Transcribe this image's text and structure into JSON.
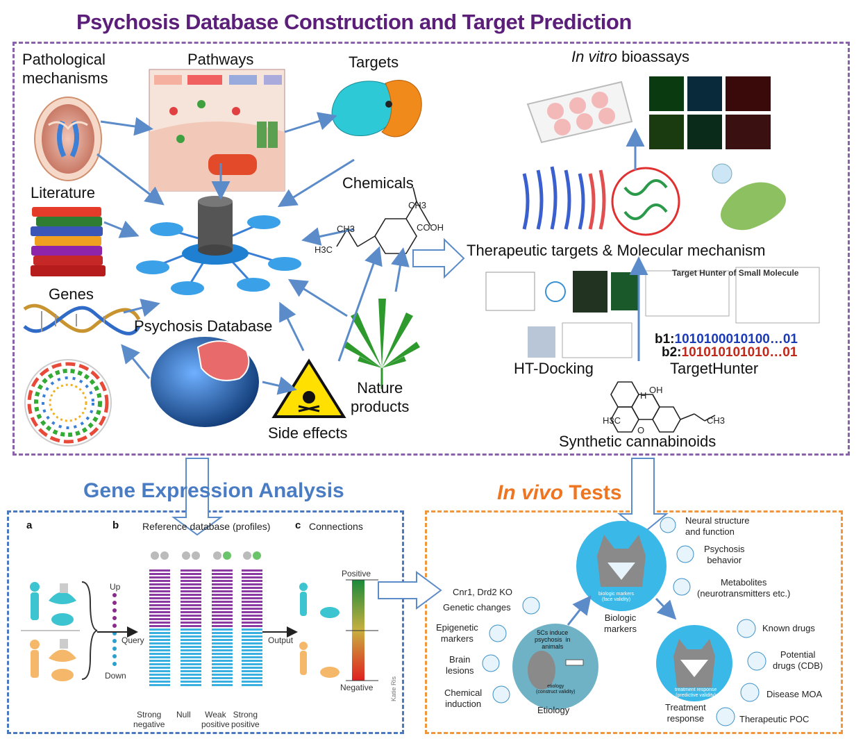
{
  "title": "Psychosis Database Construction and Target Prediction",
  "database": {
    "pathological_mechanisms": "Pathological\nmechanisms",
    "pathways": "Pathways",
    "targets": "Targets",
    "chemicals": "Chemicals",
    "literature": "Literature",
    "genes": "Genes",
    "psychosis_database": "Psychosis  Database",
    "side_effects": "Side effects",
    "nature_products": "Nature\nproducts",
    "in_vitro_italic": "In vitro",
    "in_vitro_rest": " bioassays",
    "therapeutic": "Therapeutic  targets & Molecular mechanism",
    "ht_docking": "HT-Docking",
    "targethunter": "TargetHunter",
    "target_hunter_small": "Target Hunter of Small Molecule",
    "synthetic": "Synthetic cannabinoids",
    "b1_prefix": "b1:",
    "b1_bits": "1010100010100…01",
    "b2_prefix": "b2:",
    "b2_bits": "101010101010…01",
    "chem_cooh": "COOH",
    "chem_ch3": "CH3",
    "chem_h3c": "H3C",
    "chem_oh": "OH",
    "chem_h": "H",
    "chem_o": "O"
  },
  "gene_expression": {
    "title": "Gene Expression Analysis",
    "panel_a": "a",
    "panel_b": "b",
    "panel_c": "c",
    "reference": "Reference database (profiles)",
    "connections": "Connections",
    "up": "Up",
    "down": "Down",
    "query": "Query",
    "output": "Output",
    "positive": "Positive",
    "negative": "Negative",
    "columns": [
      "Strong\nnegative",
      "Null",
      "Weak\npositive",
      "Strong\npositive"
    ],
    "credit": "Katie Ris"
  },
  "in_vivo": {
    "title_italic": "In vivo",
    "title_rest": " Tests",
    "left_items": [
      "Cnr1, Drd2 KO",
      "Genetic changes",
      "Epigenetic\nmarkers",
      "Brain\nlesions",
      "Chemical\ninduction"
    ],
    "etiology_circle": "5Cs induce\npsychosis  in\nanimals",
    "etiology_small": "etiology\n(construct validity)",
    "etiology": "Etiology",
    "biologic_small": "biologic markers\n(face validity)",
    "biologic": "Biologic\nmarkers",
    "top_items": [
      "Neural structure\nand function",
      "Psychosis\nbehavior",
      "Metabolites\n(neurotransmitters etc.)"
    ],
    "treatment_small": "treatment response\n(predictive validity)",
    "treatment": "Treatment\nresponse",
    "right_items": [
      "Known drugs",
      "Potential\ndrugs (CDB)",
      "Disease MOA",
      "Therapeutic POC"
    ]
  },
  "colors": {
    "title_purple": "#5b1f7a",
    "box_purple": "#8a62aa",
    "blue": "#4a7cc4",
    "orange": "#ee7522",
    "arrow": "#5b8bc9",
    "cyan": "#33b5e5"
  }
}
